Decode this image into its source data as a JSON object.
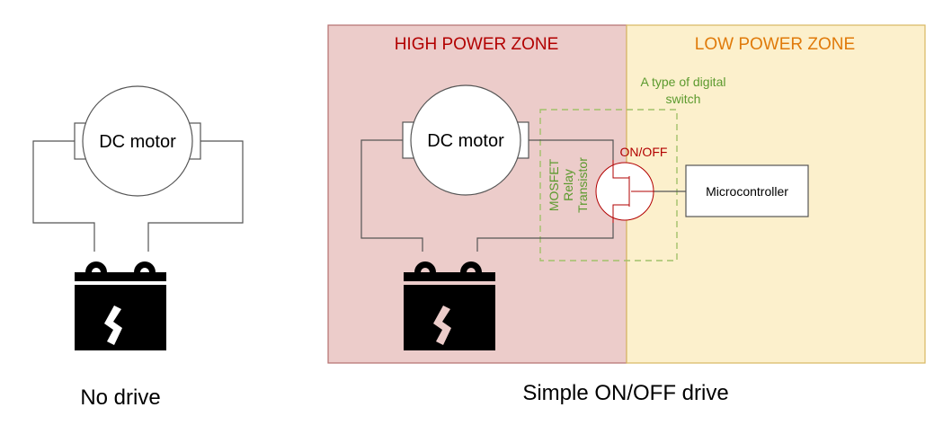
{
  "left_diagram": {
    "motor_label": "DC motor",
    "caption": "No drive"
  },
  "right_diagram": {
    "high_zone": {
      "title": "HIGH POWER ZONE",
      "fill": "#ecccca",
      "border": "#b5706f",
      "title_color": "#b20000"
    },
    "low_zone": {
      "title": "LOW POWER ZONE",
      "fill": "#fcf0cc",
      "border": "#d8b761",
      "title_color": "#e07a0a"
    },
    "motor_label": "DC motor",
    "switch_group_label_line1": "A type of digital",
    "switch_group_label_line2": "switch",
    "switch_types": [
      "MOSFET",
      "Relay",
      "Transistor"
    ],
    "switch_state_label": "ON/OFF",
    "controller_label": "Microcontroller",
    "caption": "Simple ON/OFF drive"
  },
  "icons": {
    "motor": "dc-motor-icon",
    "battery": "battery-icon",
    "transistor": "transistor-switch-icon"
  }
}
